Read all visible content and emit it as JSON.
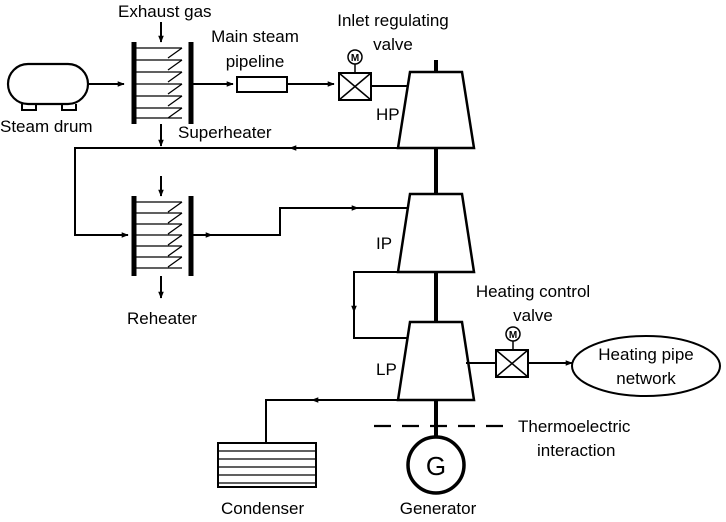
{
  "labels": {
    "exhaust_gas": "Exhaust gas",
    "main_steam_line1": "Main steam",
    "main_steam_line2": "pipeline",
    "inlet_valve_line1": "Inlet regulating",
    "inlet_valve_line2": "valve",
    "steam_drum": "Steam drum",
    "superheater": "Superheater",
    "hp": "HP",
    "ip": "IP",
    "lp": "LP",
    "reheater": "Reheater",
    "heating_valve_line1": "Heating control",
    "heating_valve_line2": "valve",
    "heating_network_line1": "Heating pipe",
    "heating_network_line2": "network",
    "thermoelectric_line1": "Thermoelectric",
    "thermoelectric_line2": "interaction",
    "condenser": "Condenser",
    "generator": "Generator",
    "generator_symbol": "G",
    "motor_symbol": "M"
  },
  "colors": {
    "line": "#000000",
    "background": "#ffffff"
  }
}
